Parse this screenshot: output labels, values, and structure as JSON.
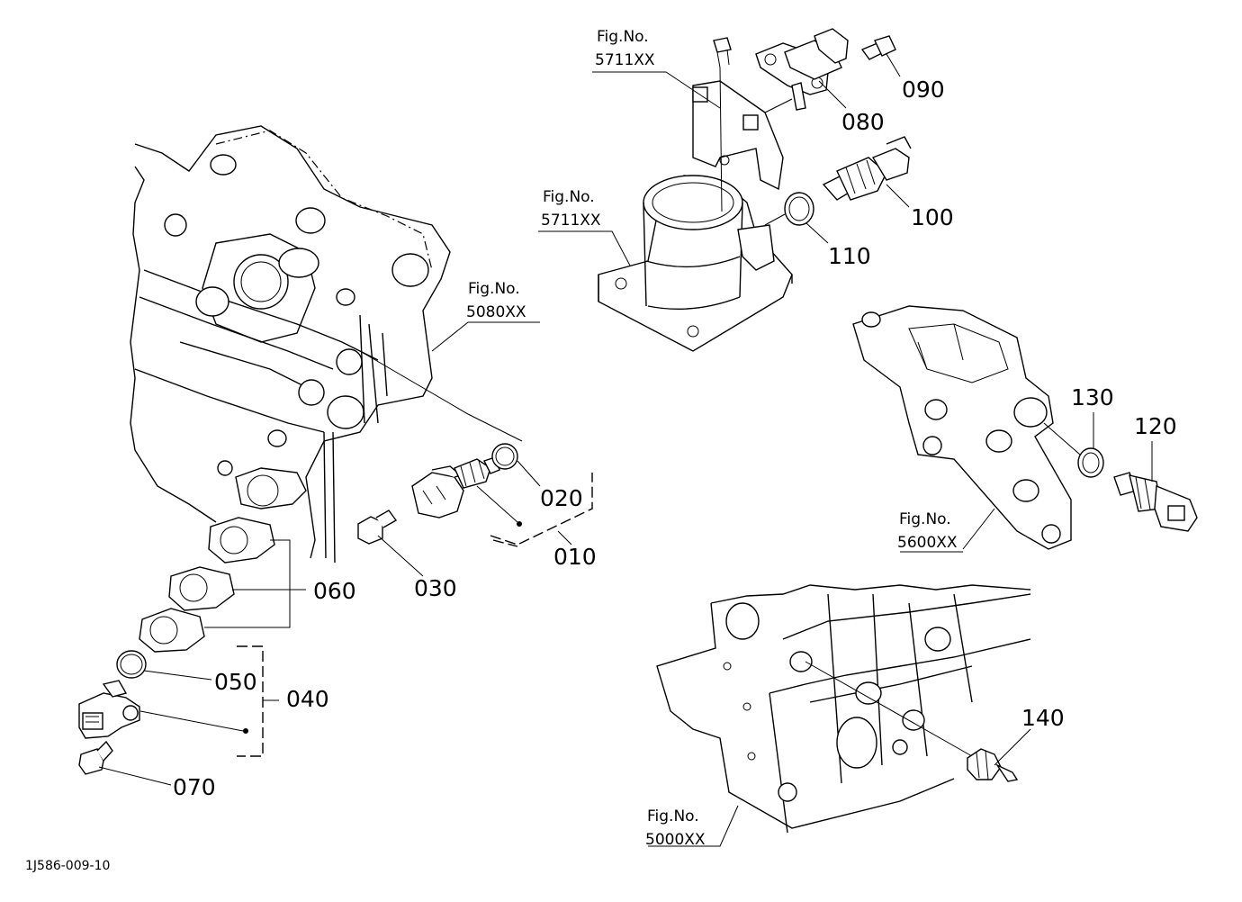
{
  "figure_refs": [
    {
      "id": "fig-5711-top",
      "label": "Fig.No.",
      "number": "5711XX"
    },
    {
      "id": "fig-5711-mid",
      "label": "Fig.No.",
      "number": "5711XX"
    },
    {
      "id": "fig-5080",
      "label": "Fig.No.",
      "number": "5080XX"
    },
    {
      "id": "fig-5600",
      "label": "Fig.No.",
      "number": "5600XX"
    },
    {
      "id": "fig-5000",
      "label": "Fig.No.",
      "number": "5000XX"
    }
  ],
  "callouts": [
    "010",
    "020",
    "030",
    "040",
    "050",
    "060",
    "070",
    "080",
    "090",
    "100",
    "110",
    "120",
    "130",
    "140"
  ],
  "drawing_code": "1J586-009-10"
}
